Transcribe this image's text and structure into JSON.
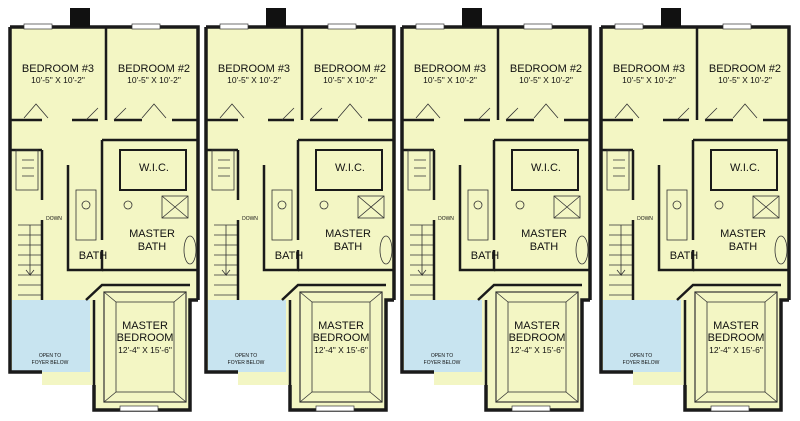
{
  "units": [
    {
      "bedroom3": {
        "name": "BEDROOM #3",
        "dims": "10'-5\" X 10'-2\""
      },
      "bedroom2": {
        "name": "BEDROOM #2",
        "dims": "10'-5\" X 10'-2\""
      },
      "wic": "W.I.C.",
      "master_bath": [
        "MASTER",
        "BATH"
      ],
      "bath": "BATH",
      "down": "DOWN",
      "master_bedroom": {
        "name": [
          "MASTER",
          "BEDROOM"
        ],
        "dims": "12'-4\" X 15'-6\""
      },
      "open_to_foyer": [
        "OPEN TO",
        "FOYER BELOW"
      ]
    },
    {
      "bedroom3": {
        "name": "BEDROOM #3",
        "dims": "10'-5\" X 10'-2\""
      },
      "bedroom2": {
        "name": "BEDROOM #2",
        "dims": "10'-5\" X 10'-2\""
      },
      "wic": "W.I.C.",
      "master_bath": [
        "MASTER",
        "BATH"
      ],
      "bath": "BATH",
      "down": "DOWN",
      "master_bedroom": {
        "name": [
          "MASTER",
          "BEDROOM"
        ],
        "dims": "12'-4\" X 15'-6\""
      },
      "open_to_foyer": [
        "OPEN TO",
        "FOYER BELOW"
      ]
    },
    {
      "bedroom3": {
        "name": "BEDROOM #3",
        "dims": "10'-5\" X 10'-2\""
      },
      "bedroom2": {
        "name": "BEDROOM #2",
        "dims": "10'-5\" X 10'-2\""
      },
      "wic": "W.I.C.",
      "master_bath": [
        "MASTER",
        "BATH"
      ],
      "bath": "BATH",
      "down": "DOWN",
      "master_bedroom": {
        "name": [
          "MASTER",
          "BEDROOM"
        ],
        "dims": "12'-4\" X 15'-6\""
      },
      "open_to_foyer": [
        "OPEN TO",
        "FOYER BELOW"
      ]
    },
    {
      "bedroom3": {
        "name": "BEDROOM #3",
        "dims": "10'-5\" X 10'-2\""
      },
      "bedroom2": {
        "name": "BEDROOM #2",
        "dims": "10'-5\" X 10'-2\""
      },
      "wic": "W.I.C.",
      "master_bath": [
        "MASTER",
        "BATH"
      ],
      "bath": "BATH",
      "down": "DOWN",
      "master_bedroom": {
        "name": [
          "MASTER",
          "BEDROOM"
        ],
        "dims": "12'-4\" X 15'-6\""
      },
      "open_to_foyer": [
        "OPEN TO",
        "FOYER BELOW"
      ]
    }
  ],
  "colors": {
    "floor": "#f3f6c4",
    "open_area": "#c8e4f0",
    "wall": "#1a1a1a",
    "chimney": "#111111"
  }
}
